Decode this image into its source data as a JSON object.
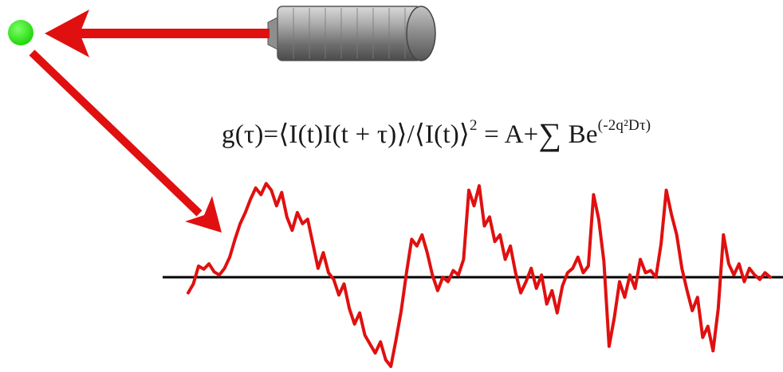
{
  "formula": {
    "lhs": "g(τ)=⟨I(t)I(t + τ)⟩/⟨I(t)⟩",
    "lhs_exponent": "2",
    "equals": " = A+",
    "sum_symbol": "∑",
    "term": " Be",
    "exponent": "(-2q²Dτ)"
  },
  "signal": {
    "color": "#e01010",
    "baseline_color": "#000000",
    "intensity": [
      -0.35,
      -0.15,
      0.25,
      0.18,
      0.3,
      0.12,
      0.05,
      0.2,
      0.45,
      0.85,
      1.2,
      1.45,
      1.75,
      2.0,
      1.85,
      2.1,
      1.95,
      1.6,
      1.9,
      1.35,
      1.05,
      1.45,
      1.2,
      1.3,
      0.75,
      0.2,
      0.55,
      0.1,
      -0.05,
      -0.4,
      -0.15,
      -0.7,
      -1.05,
      -0.8,
      -1.3,
      -1.5,
      -1.7,
      -1.45,
      -1.85,
      -2.0,
      -1.4,
      -0.75,
      0.1,
      0.85,
      0.7,
      0.95,
      0.55,
      0.05,
      -0.3,
      0.0,
      -0.1,
      0.15,
      0.05,
      0.4,
      1.95,
      1.6,
      2.05,
      1.15,
      1.35,
      0.8,
      0.95,
      0.4,
      0.7,
      0.1,
      -0.35,
      -0.1,
      0.2,
      -0.25,
      0.05,
      -0.6,
      -0.3,
      -0.8,
      -0.2,
      0.1,
      0.2,
      0.45,
      0.1,
      0.25,
      1.85,
      1.3,
      0.35,
      -1.55,
      -0.9,
      -0.1,
      -0.45,
      0.05,
      -0.25,
      0.4,
      0.1,
      0.15,
      0.0,
      0.75,
      1.95,
      1.4,
      0.95,
      0.2,
      -0.3,
      -0.75,
      -0.45,
      -1.35,
      -1.1,
      -1.65,
      -0.7,
      0.95,
      0.3,
      0.05,
      0.3,
      -0.1,
      0.2,
      0.05,
      -0.05,
      0.1,
      0.0
    ]
  }
}
